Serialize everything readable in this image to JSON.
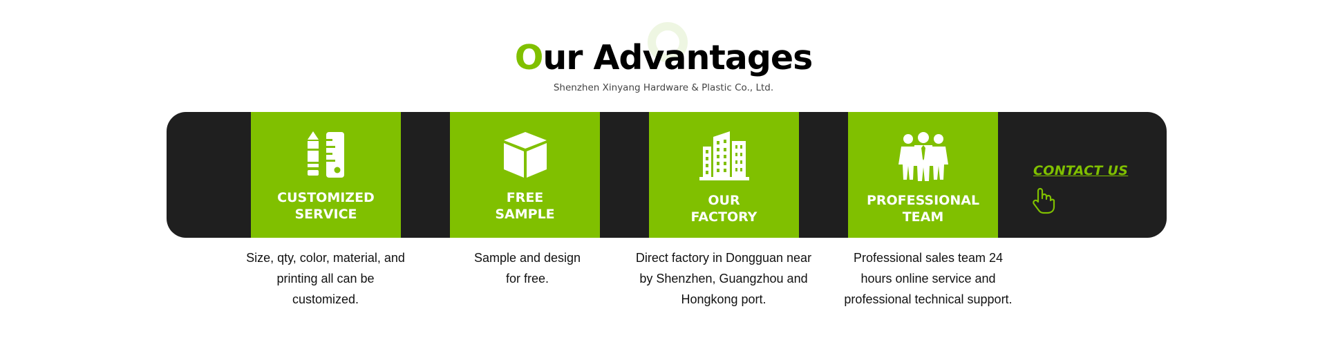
{
  "header": {
    "title_first_letter": "O",
    "title_rest": "ur Advantages",
    "subtitle": "Shenzhen Xinyang Hardware & Plastic Co., Ltd."
  },
  "advantages": [
    {
      "icon": "pencil-ruler-icon",
      "label_line1": "CUSTOMIZED",
      "label_line2": "SERVICE",
      "desc_line1": "Size, qty, color, material, and",
      "desc_line2": "printing all can be customized.",
      "desc_line3": ""
    },
    {
      "icon": "box-icon",
      "label_line1": "FREE",
      "label_line2": "SAMPLE",
      "desc_line1": "Sample and design",
      "desc_line2": "for free.",
      "desc_line3": ""
    },
    {
      "icon": "factory-building-icon",
      "label_line1": "OUR",
      "label_line2": "FACTORY",
      "desc_line1": "Direct factory in Dongguan near",
      "desc_line2": "by Shenzhen, Guangzhou and",
      "desc_line3": "Hongkong port."
    },
    {
      "icon": "team-people-icon",
      "label_line1": "PROFESSIONAL",
      "label_line2": "TEAM",
      "desc_line1": "Professional sales team 24",
      "desc_line2": "hours online service and",
      "desc_line3": "professional technical support."
    }
  ],
  "contact": {
    "label": "CONTACT US",
    "icon": "pointing-hand-icon"
  },
  "colors": {
    "accent": "#80c000",
    "bar": "#1f1f1f",
    "text": "#111111"
  }
}
